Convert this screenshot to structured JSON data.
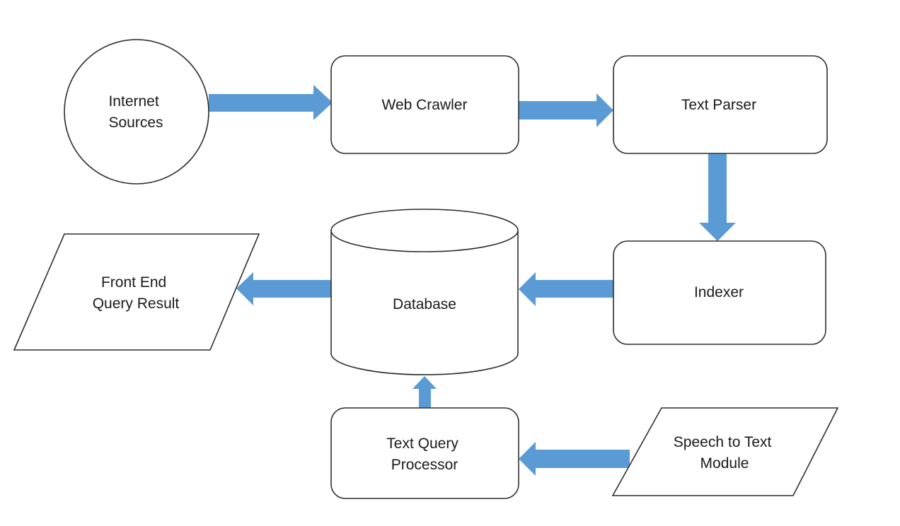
{
  "colors": {
    "arrow_fill": "#5b9bd5",
    "shape_stroke": "#2e2e2e",
    "shape_fill": "#ffffff",
    "text": "#1a1a1a"
  },
  "nodes": {
    "internet_sources": {
      "shape": "circle",
      "lines": [
        "Internet",
        "Sources"
      ]
    },
    "web_crawler": {
      "shape": "rounded-rectangle",
      "lines": [
        "Web Crawler"
      ]
    },
    "text_parser": {
      "shape": "rounded-rectangle",
      "lines": [
        "Text Parser"
      ]
    },
    "indexer": {
      "shape": "rounded-rectangle",
      "lines": [
        "Indexer"
      ]
    },
    "database": {
      "shape": "cylinder",
      "lines": [
        "Database"
      ]
    },
    "front_end": {
      "shape": "parallelogram",
      "lines": [
        "Front End",
        "Query Result"
      ]
    },
    "text_query_processor": {
      "shape": "rounded-rectangle",
      "lines": [
        "Text Query",
        "Processor"
      ]
    },
    "speech_to_text": {
      "shape": "parallelogram",
      "lines": [
        "Speech to Text",
        "Module"
      ]
    }
  },
  "edges": [
    {
      "from": "internet_sources",
      "to": "web_crawler"
    },
    {
      "from": "web_crawler",
      "to": "text_parser"
    },
    {
      "from": "text_parser",
      "to": "indexer"
    },
    {
      "from": "indexer",
      "to": "database"
    },
    {
      "from": "database",
      "to": "front_end"
    },
    {
      "from": "text_query_processor",
      "to": "database"
    },
    {
      "from": "speech_to_text",
      "to": "text_query_processor"
    }
  ]
}
